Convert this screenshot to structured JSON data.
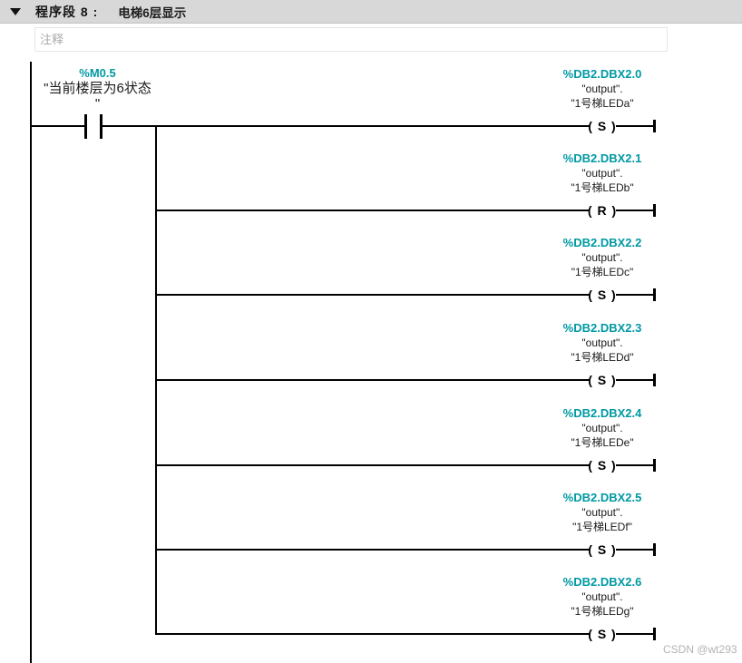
{
  "header": {
    "network_label": "程序段 8 :",
    "network_title": "电梯6层显示"
  },
  "comment": {
    "placeholder": "注释"
  },
  "colors": {
    "operand_teal": "#0099a3",
    "header_bg": "#d8d8d8",
    "wire": "#000000"
  },
  "ladder": {
    "contact": {
      "address": "%M0.5",
      "label_line1": "\"当前楼层为6状态",
      "label_line2": "\"",
      "type": "normally-open-contact"
    },
    "coils": [
      {
        "address": "%DB2.DBX2.0",
        "label1": "\"output\".",
        "label2": "\"1号梯LEDa\"",
        "op": "S",
        "symbol": "( S )"
      },
      {
        "address": "%DB2.DBX2.1",
        "label1": "\"output\".",
        "label2": "\"1号梯LEDb\"",
        "op": "R",
        "symbol": "( R )"
      },
      {
        "address": "%DB2.DBX2.2",
        "label1": "\"output\".",
        "label2": "\"1号梯LEDc\"",
        "op": "S",
        "symbol": "( S )"
      },
      {
        "address": "%DB2.DBX2.3",
        "label1": "\"output\".",
        "label2": "\"1号梯LEDd\"",
        "op": "S",
        "symbol": "( S )"
      },
      {
        "address": "%DB2.DBX2.4",
        "label1": "\"output\".",
        "label2": "\"1号梯LEDe\"",
        "op": "S",
        "symbol": "( S )"
      },
      {
        "address": "%DB2.DBX2.5",
        "label1": "\"output\".",
        "label2": "\"1号梯LEDf\"",
        "op": "S",
        "symbol": "( S )"
      },
      {
        "address": "%DB2.DBX2.6",
        "label1": "\"output\".",
        "label2": "\"1号梯LEDg\"",
        "op": "S",
        "symbol": "( S )"
      }
    ]
  },
  "watermark": "CSDN @wt293"
}
